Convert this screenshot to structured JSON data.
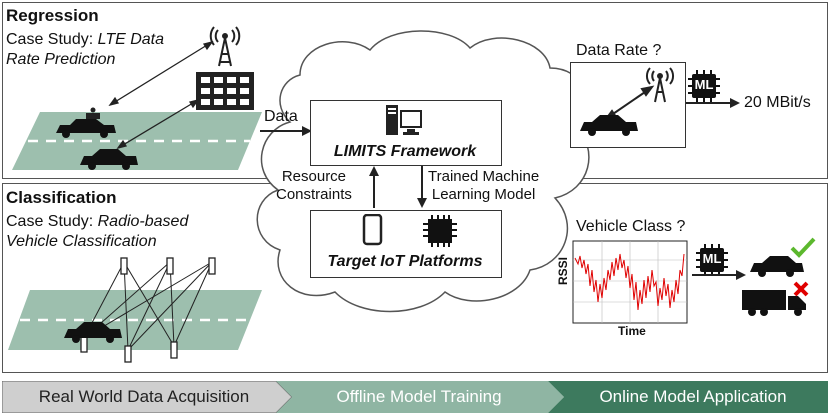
{
  "regression": {
    "title": "Regression",
    "case_study_prefix": "Case Study: ",
    "case_study_line1": "LTE Data",
    "case_study_line2": "Rate Prediction"
  },
  "classification": {
    "title": "Classification",
    "case_study_prefix": "Case Study: ",
    "case_study_line1": "Radio-based",
    "case_study_line2": "Vehicle Classification"
  },
  "center": {
    "data_label": "Data",
    "limits_label": "LIMITS Framework",
    "iot_label": "Target IoT Platforms",
    "resource_line1": "Resource",
    "resource_line2": "Constraints",
    "trained_line1": "Trained Machine",
    "trained_line2": "Learning Model"
  },
  "data_rate": {
    "question": "Data Rate ?",
    "ml_badge": "ML",
    "result": "20 MBit/s"
  },
  "vehicle_class": {
    "question": "Vehicle Class ?",
    "ml_badge": "ML",
    "y_label": "RSSI",
    "x_label": "Time"
  },
  "pipeline": [
    {
      "label": "Real World Data Acquisition",
      "color": "#cfcfcf",
      "text_color": "#222222"
    },
    {
      "label": "Offline Model Training",
      "color": "#8fb5a3",
      "text_color": "#ffffff"
    },
    {
      "label": "Online Model Application",
      "color": "#3d7a5e",
      "text_color": "#ffffff"
    }
  ],
  "colors": {
    "road": "#9dbfae",
    "signal": "#e00000",
    "check": "#5cb82e",
    "cross": "#e00000"
  }
}
